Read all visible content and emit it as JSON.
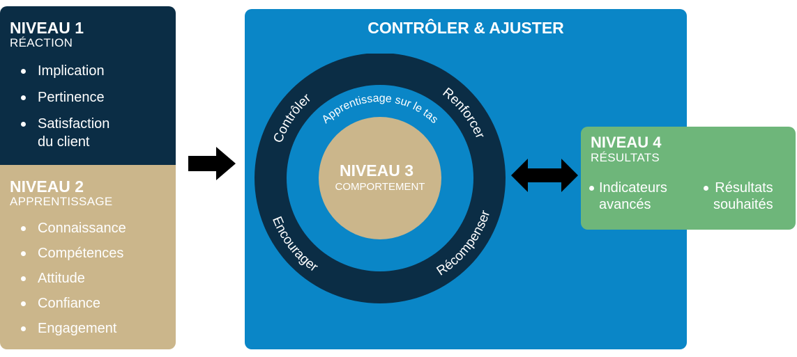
{
  "level1": {
    "title": "NIVEAU 1",
    "subtitle": "RÉACTION",
    "items": [
      "Implication",
      "Pertinence",
      "Satisfaction",
      "du client"
    ]
  },
  "level2": {
    "title": "NIVEAU 2",
    "subtitle": "APPRENTISSAGE",
    "items": [
      "Connaissance",
      "Compétences",
      "Attitude",
      "Confiance",
      "Engagement"
    ]
  },
  "main": {
    "title": "CONTRÔLER & AJUSTER",
    "ring_labels": {
      "top_left": "Contrôler",
      "top_right": "Renforcer",
      "bottom_right": "Récompenser",
      "bottom_left": "Encourager"
    },
    "inner_label": "Apprentissage sur le tas",
    "center_title": "NIVEAU 3",
    "center_subtitle": "COMPORTEMENT"
  },
  "level4": {
    "title": "NIVEAU 4",
    "subtitle": "RÉSULTATS",
    "item1_line1": "Indicateurs",
    "item1_line2": "avancés",
    "item2_line1": "Résultats",
    "item2_line2": "souhaités"
  },
  "colors": {
    "navy": "#0b2d45",
    "tan": "#cbb68b",
    "blue": "#0a86c7",
    "green": "#6eb67a"
  }
}
